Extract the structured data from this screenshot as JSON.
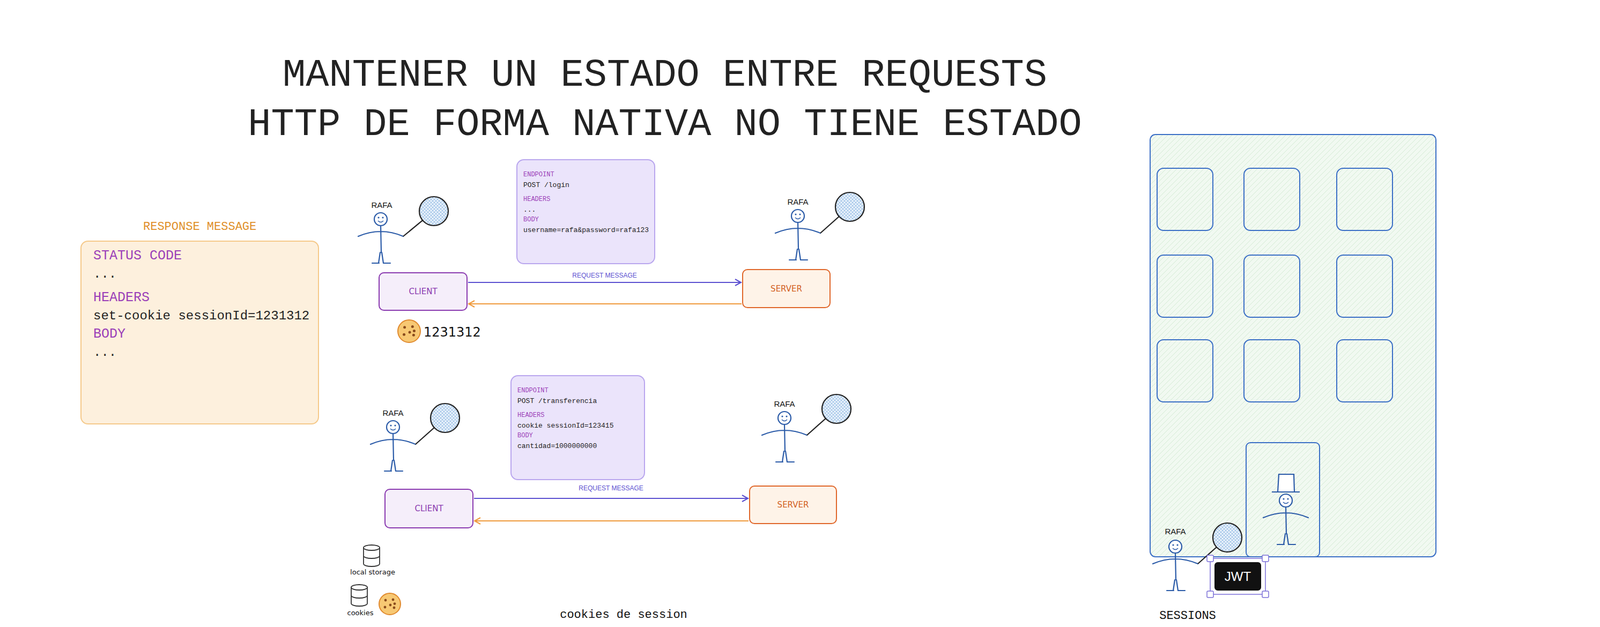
{
  "diagram": {
    "title": "MANTENER UN ESTADO ENTRE REQUESTS HTTP DE FORMA NATIVA NO TIENE ESTADO",
    "nodes": [
      {
        "text": [
          "RESPONSE MESSAGE",
          "STATUS CODE",
          "...",
          "HEADERS",
          "set-cookie sessionId=1231312",
          "BODY",
          "..."
        ]
      },
      {
        "text": [
          "ENDPOINT",
          "POST /login",
          "HEADERS",
          "...",
          "BODY",
          "username=rafa&password=rafa123"
        ]
      },
      {
        "text": [
          "CLIENT"
        ]
      },
      {
        "text": [
          "SERVER"
        ]
      },
      {
        "text": [
          "ENDPOINT",
          "POST /transferencia",
          "HEADERS",
          "cookie sessionId=123415",
          "BODY",
          "cantidad=1000000000"
        ]
      },
      {
        "text": [
          "CLIENT"
        ]
      },
      {
        "text": [
          "SERVER"
        ]
      },
      {
        "text": [
          "JWT"
        ]
      }
    ],
    "edges": [
      {
        "from": 2,
        "to": 3,
        "arrow": "to",
        "label": "REQUEST MESSAGE"
      },
      {
        "from": 3,
        "to": 2,
        "arrow": "to"
      },
      {
        "from": 5,
        "to": 6,
        "arrow": "to",
        "label": "REQUEST MESSAGE"
      },
      {
        "from": 6,
        "to": 5,
        "arrow": "to"
      }
    ],
    "labels": [
      "RAFA",
      "RAFA",
      "1231312",
      "RAFA",
      "RAFA",
      "local storage",
      "cookies",
      "cookies de session",
      "RAFA",
      "SESSIONS"
    ]
  }
}
